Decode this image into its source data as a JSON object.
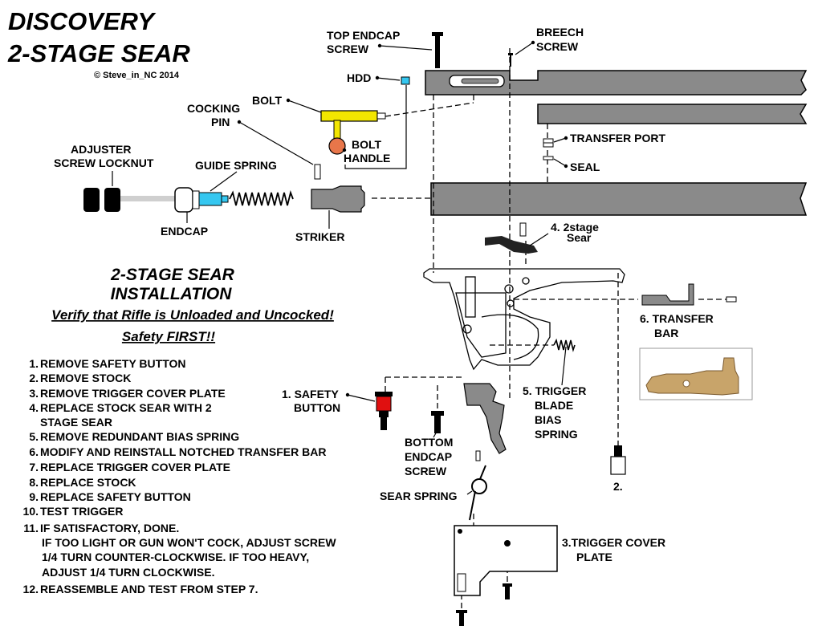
{
  "title": {
    "line1": "DISCOVERY",
    "line2": "2-STAGE SEAR",
    "copyright": "© Steve_in_NC 2014"
  },
  "labels": {
    "top_endcap_screw_1": "TOP ENDCAP",
    "top_endcap_screw_2": "SCREW",
    "breech_screw_1": "BREECH",
    "breech_screw_2": "SCREW",
    "hdd": "HDD",
    "bolt": "BOLT",
    "cocking_pin_1": "COCKING",
    "cocking_pin_2": "PIN",
    "bolt_handle_1": "BOLT",
    "bolt_handle_2": "HANDLE",
    "transfer_port": "TRANSFER PORT",
    "seal": "SEAL",
    "adjuster_1": "ADJUSTER",
    "adjuster_2": "SCREW LOCKNUT",
    "guide_spring": "GUIDE SPRING",
    "endcap": "ENDCAP",
    "striker": "STRIKER",
    "sear_1": "4. 2stage",
    "sear_2": "Sear",
    "transfer_bar_1": "6. TRANSFER",
    "transfer_bar_2": "BAR",
    "safety_button_1": "1. SAFETY",
    "safety_button_2": "BUTTON",
    "trigger_spring_1": "5. TRIGGER",
    "trigger_spring_2": "BLADE",
    "trigger_spring_3": "BIAS",
    "trigger_spring_4": "SPRING",
    "bottom_endcap_1": "BOTTOM",
    "bottom_endcap_2": "ENDCAP",
    "bottom_endcap_3": "SCREW",
    "screw_2": "2.",
    "sear_spring": "SEAR SPRING",
    "cover_plate_1": "3.TRIGGER COVER",
    "cover_plate_2": "PLATE"
  },
  "instructions": {
    "heading1": "2-STAGE SEAR",
    "heading2": "INSTALLATION",
    "warning1": "Verify that Rifle is Unloaded and Uncocked!",
    "warning2": "Safety FIRST!!",
    "steps": [
      {
        "num": "1.",
        "text": "REMOVE SAFETY BUTTON"
      },
      {
        "num": "2.",
        "text": "REMOVE STOCK"
      },
      {
        "num": "3.",
        "text": "REMOVE TRIGGER COVER PLATE"
      },
      {
        "num": "4.",
        "text": "REPLACE STOCK SEAR WITH 2"
      },
      {
        "num": "",
        "text": "STAGE SEAR"
      },
      {
        "num": "5.",
        "text": "REMOVE REDUNDANT BIAS SPRING"
      },
      {
        "num": "6.",
        "text": "MODIFY AND REINSTALL NOTCHED TRANSFER BAR"
      },
      {
        "num": "7.",
        "text": "REPLACE TRIGGER COVER PLATE"
      },
      {
        "num": "8.",
        "text": "REPLACE STOCK"
      },
      {
        "num": "9.",
        "text": "REPLACE SAFETY BUTTON"
      },
      {
        "num": "10.",
        "text": "TEST TRIGGER"
      },
      {
        "num": "11.",
        "text": "IF SATISFACTORY, DONE."
      },
      {
        "num": "",
        "text": "IF TOO LIGHT OR GUN WON'T COCK, ADJUST SCREW"
      },
      {
        "num": "",
        "text": "1/4 TURN COUNTER-CLOCKWISE.  IF TOO HEAVY,"
      },
      {
        "num": "",
        "text": "ADJUST 1/4 TURN CLOCKWISE."
      },
      {
        "num": "12.",
        "text": "REASSEMBLE AND TEST FROM STEP 7."
      }
    ]
  },
  "colors": {
    "bolt": "#f2e600",
    "bolt_handle": "#e8764a",
    "guide": "#35c7f0",
    "safety_red": "#e01010",
    "parts_gray": "#8a8a8a",
    "brass": "#c8a46a"
  }
}
